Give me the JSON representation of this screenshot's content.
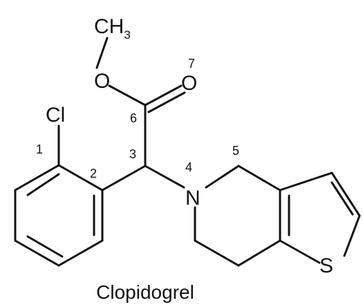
{
  "molecule": {
    "name": "Clopidogrel",
    "atoms": {
      "methyl": "CH",
      "methyl_subscript": "3",
      "ester_oxygen": "O",
      "carbonyl_oxygen": "O",
      "chlorine": "Cl",
      "nitrogen": "N",
      "sulfur": "S"
    },
    "locants": [
      "1",
      "2",
      "3",
      "4",
      "5",
      "6",
      "7"
    ]
  }
}
